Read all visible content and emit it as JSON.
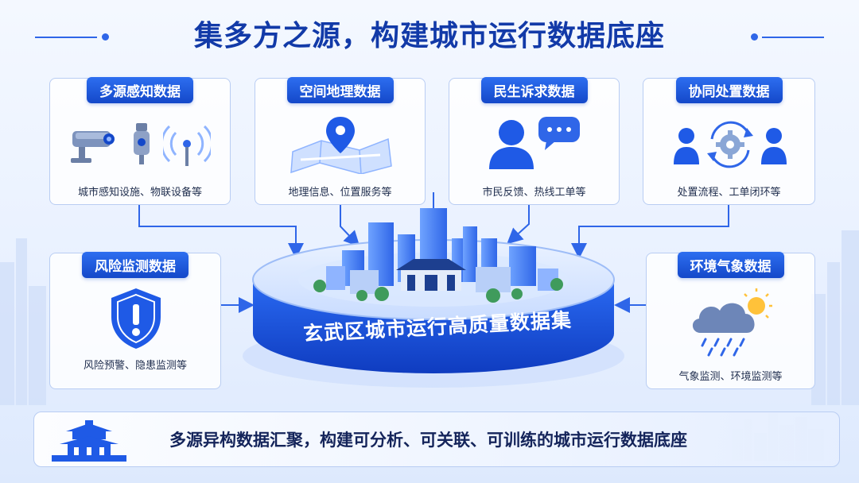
{
  "title": "集多方之源，构建城市运行数据底座",
  "cards": {
    "perception": {
      "label": "多源感知数据",
      "desc": "城市感知设施、物联设备等"
    },
    "geo": {
      "label": "空间地理数据",
      "desc": "地理信息、位置服务等"
    },
    "livelihood": {
      "label": "民生诉求数据",
      "desc": "市民反馈、热线工单等"
    },
    "collab": {
      "label": "协同处置数据",
      "desc": "处置流程、工单闭环等"
    },
    "risk": {
      "label": "风险监测数据",
      "desc": "风险预警、隐患监测等"
    },
    "environment": {
      "label": "环境气象数据",
      "desc": "气象监测、环境监测等"
    }
  },
  "platform": {
    "label": "玄武区城市运行高质量数据集"
  },
  "bottom": {
    "text": "多源异构数据汇聚，构建可分析、可关联、可训练的城市运行数据底座"
  },
  "colors": {
    "primary": "#1448c9",
    "accent": "#2f66e8",
    "title": "#123aa8"
  },
  "icons": {
    "perception": [
      "surveillance-camera-icon",
      "sensor-icon",
      "wireless-antenna-icon"
    ],
    "geo": "map-pin-icon",
    "livelihood": [
      "user-icon",
      "chat-bubble-icon"
    ],
    "collab": [
      "team-gear-cycle-icon"
    ],
    "risk": "warning-shield-icon",
    "environment": "cloud-rain-sun-icon"
  }
}
